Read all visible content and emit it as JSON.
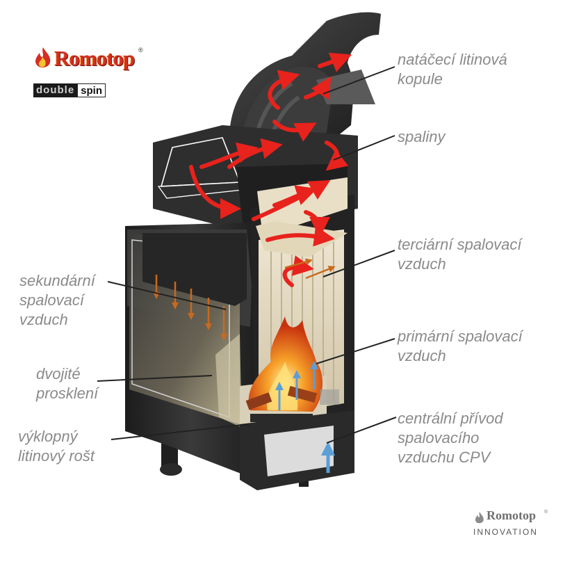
{
  "brand": {
    "name": "Romotop",
    "registered": "®",
    "subline_a": "double",
    "subline_b": "spin"
  },
  "labels": {
    "dome": "natáčecí litinová\nkopule",
    "flue_gas": "spaliny",
    "tertiary_air": "terciární spalovací\nvzduch",
    "secondary_air": "sekundární\nspalovací\nvzduch",
    "primary_air": "primární spalovací\nvzduch",
    "double_glazing": "dvojité\nprosklení",
    "central_air": "centrální přívod\nspalovacího\nvzduchu  CPV",
    "grate": "výklopný\nlitinový rošt"
  },
  "footer": {
    "name": "Romotop",
    "registered": "®",
    "sub": "INNOVATION"
  },
  "colors": {
    "label": "#8a8a8a",
    "flow_hot": "#e8221c",
    "flow_secondary": "#c86a1e",
    "flow_primary": "#5b9fd6",
    "body_dark": "#2b2b2b",
    "firebox_liner": "#d9cdb2"
  }
}
